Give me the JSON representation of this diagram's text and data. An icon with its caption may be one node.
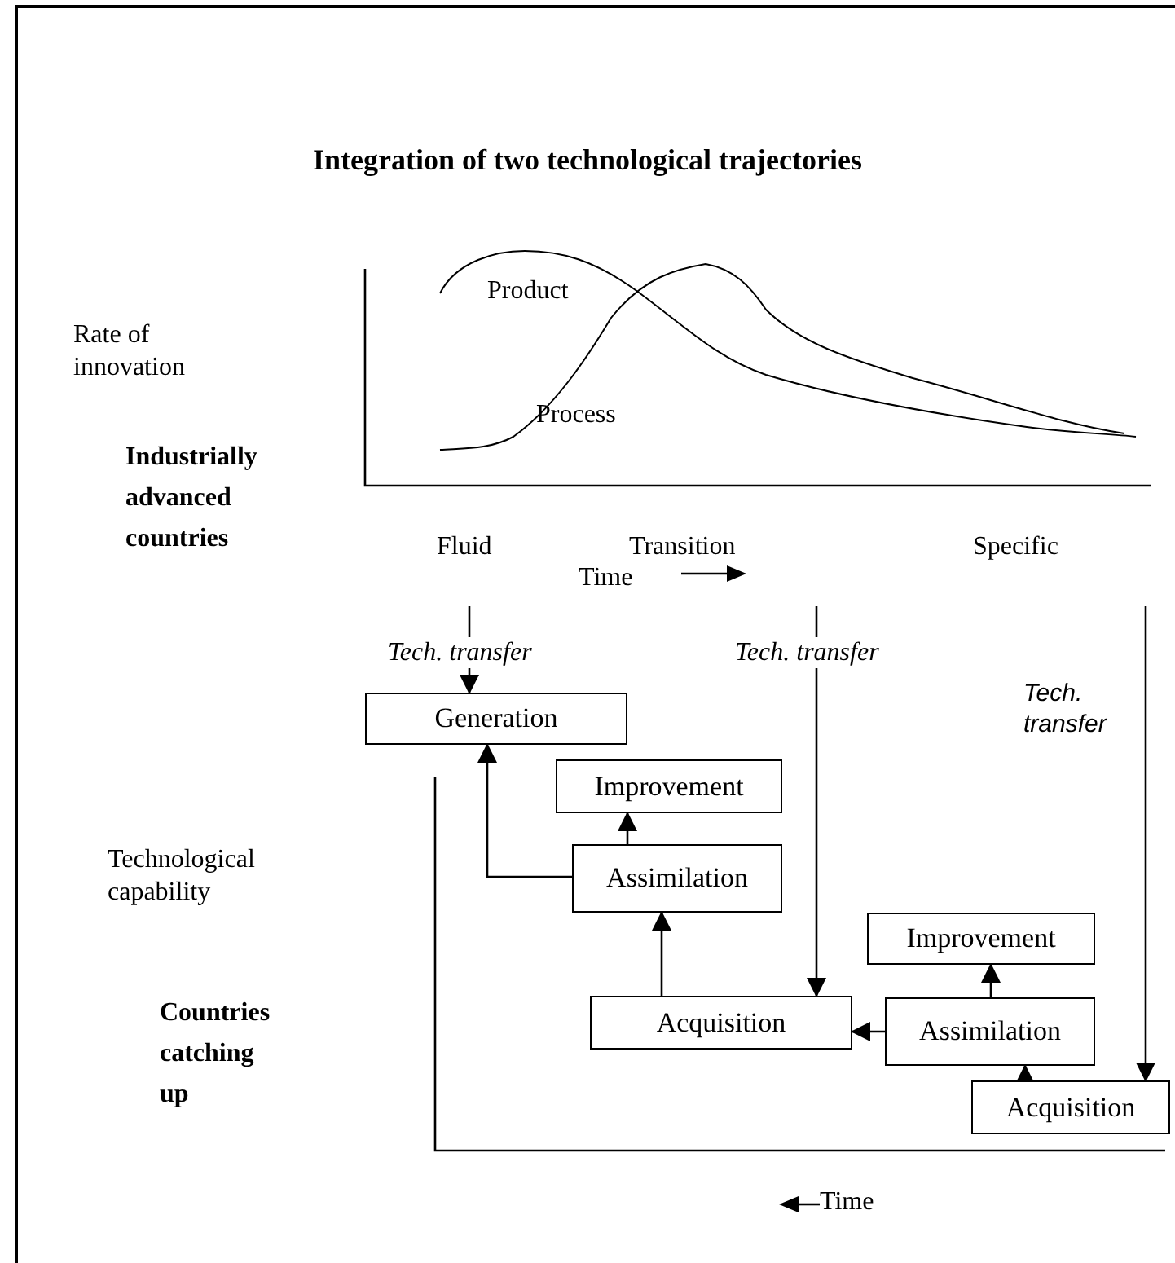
{
  "diagram": {
    "title": "Integration of two technological trajectories",
    "nodes": [
      {
        "text": [
          "Generation"
        ]
      },
      {
        "text": [
          "Improvement"
        ]
      },
      {
        "text": [
          "Assimilation"
        ]
      },
      {
        "text": [
          "Acquisition"
        ]
      },
      {
        "text": [
          "Improvement"
        ]
      },
      {
        "text": [
          "Assimilation"
        ]
      },
      {
        "text": [
          "Acquisition"
        ]
      }
    ],
    "edges": [
      {
        "from": null,
        "to": 0,
        "arrow": "to",
        "label": "Tech. transfer"
      },
      {
        "from": null,
        "to": 3,
        "arrow": "to",
        "label": "Tech. transfer"
      },
      {
        "from": null,
        "to": 6,
        "arrow": "to",
        "label": "Tech. transfer"
      },
      {
        "from": 2,
        "to": 1,
        "arrow": "to"
      },
      {
        "from": 2,
        "to": 0,
        "arrow": "to"
      },
      {
        "from": 3,
        "to": 2,
        "arrow": "to"
      },
      {
        "from": 5,
        "to": 3,
        "arrow": "to"
      },
      {
        "from": 5,
        "to": 4,
        "arrow": "to"
      },
      {
        "from": 6,
        "to": 5,
        "arrow": "to"
      }
    ],
    "labels": [
      "Rate of innovation",
      "Product",
      "Process",
      "Industrially advanced countries",
      "Fluid",
      "Transition",
      "Specific",
      "Time",
      "Technological capability",
      "Countries catching up",
      "Time"
    ]
  }
}
